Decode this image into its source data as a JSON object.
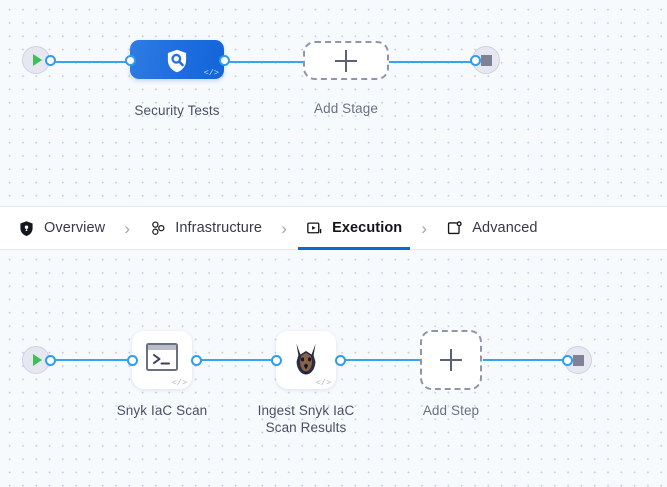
{
  "theme": {
    "canvas_bg": "#f7fafd",
    "dot_color": "#c8d3e0",
    "wire_color": "#38a3f1",
    "port_color": "#2f9cf0",
    "accent_blue": "#0b6ad0",
    "stage_blue": "#1f6fe0",
    "start_green": "#3fbf58",
    "stop_gray": "#7f8196",
    "dashed_gray": "#8f95ab",
    "tabbar_bg": "#ffffff",
    "tabbar_border": "#e4e9f0"
  },
  "tabs": {
    "items": [
      {
        "label": "Overview",
        "icon": "shield-icon",
        "active": false
      },
      {
        "label": "Infrastructure",
        "icon": "nodes-icon",
        "active": false
      },
      {
        "label": "Execution",
        "icon": "play-box-icon",
        "active": true
      },
      {
        "label": "Advanced",
        "icon": "gear-card-icon",
        "active": false
      }
    ],
    "separator": "›"
  },
  "stage_graph": {
    "start_node": {
      "name": "pipeline-start",
      "icon": "play-icon"
    },
    "end_node": {
      "name": "pipeline-end",
      "icon": "stop-icon"
    },
    "nodes": [
      {
        "id": "security-tests",
        "label": "Security Tests",
        "type": "stage",
        "icon": "shield-search-icon",
        "badge": "</>"
      },
      {
        "id": "add-stage",
        "label": "Add Stage",
        "type": "add",
        "icon": "plus-icon"
      }
    ]
  },
  "step_graph": {
    "start_node": {
      "name": "execution-start",
      "icon": "play-icon"
    },
    "end_node": {
      "name": "execution-end",
      "icon": "stop-icon"
    },
    "nodes": [
      {
        "id": "snyk-iac-scan",
        "label": "Snyk IaC Scan",
        "type": "step",
        "icon": "terminal-icon",
        "badge": "</>"
      },
      {
        "id": "ingest-snyk-iac-scan-results",
        "label": "Ingest Snyk IaC Scan Results",
        "label_line1": "Ingest Snyk IaC",
        "label_line2": "Scan Results",
        "type": "step",
        "icon": "snyk-dog-icon",
        "badge": "</>"
      },
      {
        "id": "add-step",
        "label": "Add Step",
        "type": "add",
        "icon": "plus-icon"
      }
    ]
  }
}
